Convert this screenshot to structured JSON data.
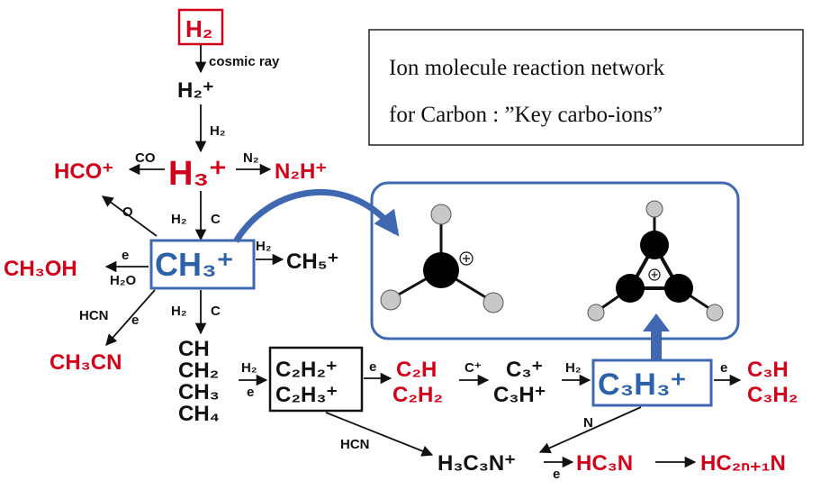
{
  "colors": {
    "red": "#d0021b",
    "blue": "#2e62a8",
    "black": "#111111",
    "box_blue": "#3f68b0",
    "atom_grey": "#c8c8c8"
  },
  "title_box": {
    "line1": "Ion molecule reaction network",
    "line2": "for Carbon : ”Key carbo-ions”"
  },
  "species": {
    "h2_top": "H₂",
    "h2_plus": "H₂⁺",
    "h3_plus": "H₃⁺",
    "hco_plus": "HCO⁺",
    "n2h_plus": "N₂H⁺",
    "ch3_plus": "CH₃⁺",
    "ch5_plus": "CH₅⁺",
    "ch3oh": "CH₃OH",
    "ch3cn": "CH₃CN",
    "ch": "CH",
    "ch2": "CH₂",
    "ch3": "CH₃",
    "ch4": "CH₄",
    "c2h2_plus": "C₂H₂⁺",
    "c2h3_plus": "C₂H₃⁺",
    "c2h": "C₂H",
    "c2h2": "C₂H₂",
    "c3_plus": "C₃⁺",
    "c3h_plus": "C₃H⁺",
    "c3h3_plus": "C₃H₃⁺",
    "c3h": "C₃H",
    "c3h2": "C₃H₂",
    "h3c3n_plus": "H₃C₃N⁺",
    "hc3n": "HC₃N",
    "hc2n1n": "HC₂ₙ₊₁N"
  },
  "reagents": {
    "cosmic_ray": "cosmic ray",
    "h2_a": "H₂",
    "co": "CO",
    "n2": "N₂",
    "h2_c_h2": "H₂",
    "h2_c_c": "C",
    "o": "O",
    "h2_ch5": "H₂",
    "e_ch3oh": "e",
    "h2o": "H₂O",
    "hcn_ch3cn": "HCN",
    "e_ch3cn": "e",
    "h2_c2_h2": "H₂",
    "h2_c2_c": "C",
    "h2_ch_group": "H₂",
    "e_ch_group": "e",
    "e_c2h": "e",
    "c_plus": "C⁺",
    "h2_c3": "H₂",
    "e_c3h": "e",
    "n": "N",
    "hcn_h3c3n": "HCN",
    "e_h3c3n": "e"
  }
}
